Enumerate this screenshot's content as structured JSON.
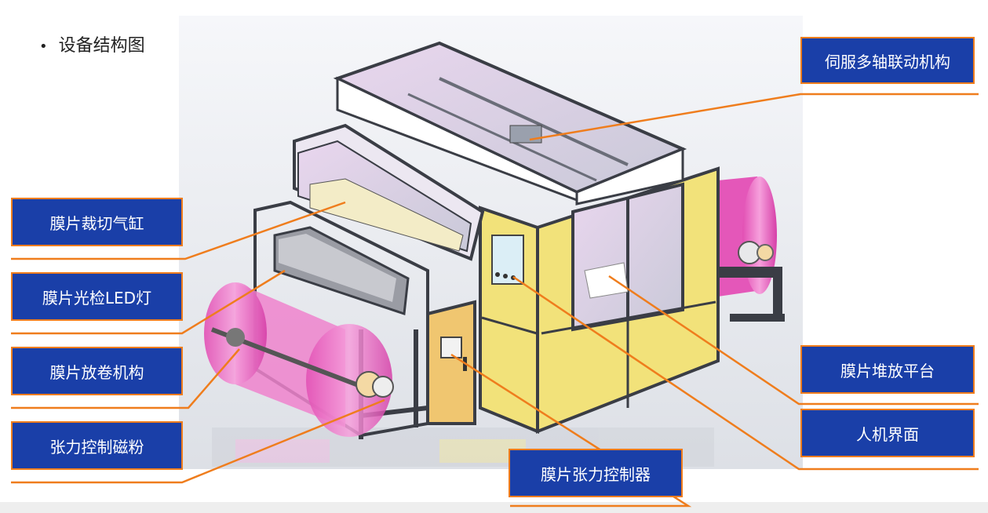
{
  "heading": {
    "bullet": "•",
    "title": "设备结构图"
  },
  "colors": {
    "label_bg": "#1a3fa8",
    "label_border": "#ef7d1d",
    "leader_line": "#ef7d1d",
    "machine_yellow": "#f2e27a",
    "film_roll_pink": "#f072c8",
    "frame_dark": "#3a3d45"
  },
  "labels": {
    "servo": "伺服多轴联动机构",
    "cutting": "膜片裁切气缸",
    "led": "膜片光检LED灯",
    "unwind": "膜片放卷机构",
    "tension_powder": "张力控制磁粉",
    "stacking": "膜片堆放平台",
    "hmi": "人机界面",
    "tension_controller": "膜片张力控制器"
  }
}
